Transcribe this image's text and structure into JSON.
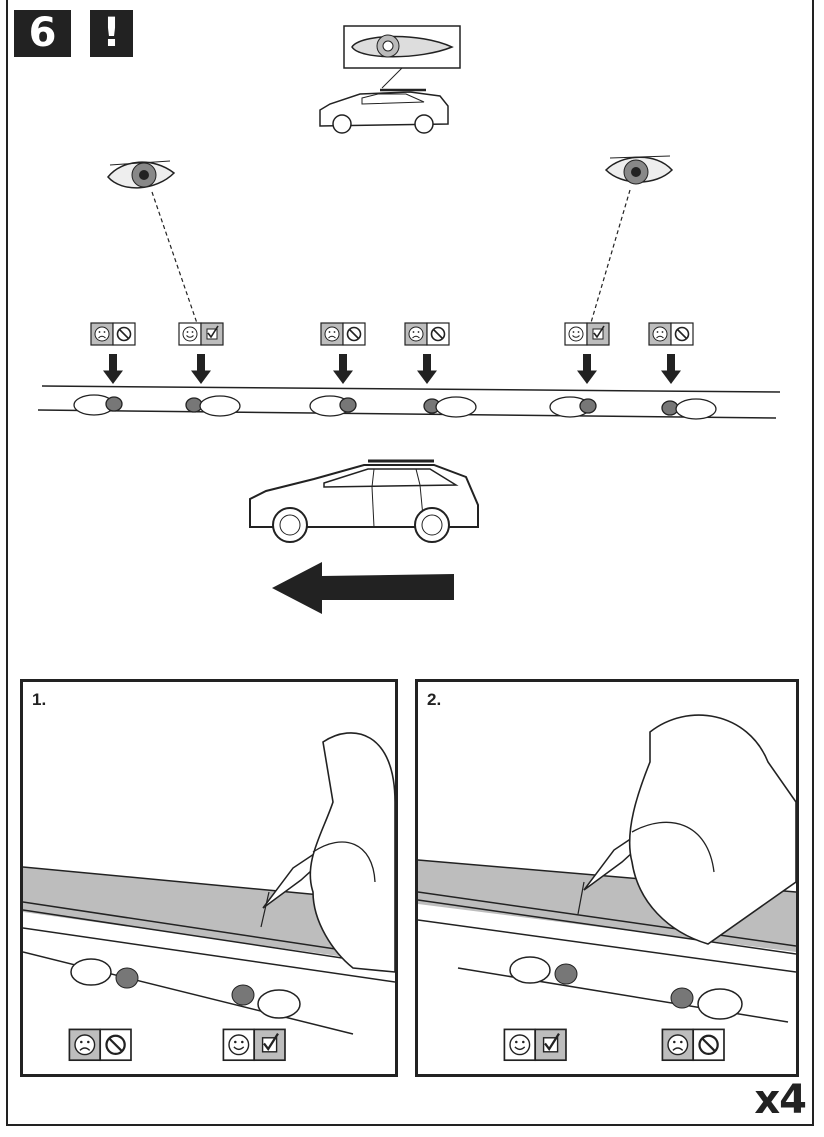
{
  "header": {
    "step_number": "6",
    "warning_symbol": "!"
  },
  "eye_views": [
    {
      "side": "left",
      "icon": "eye-icon"
    },
    {
      "side": "right",
      "icon": "eye-icon"
    }
  ],
  "rail_markers": [
    {
      "status": "bad",
      "icons": [
        "sad-face-icon",
        "prohibited-icon"
      ]
    },
    {
      "status": "good",
      "icons": [
        "smiley-face-icon",
        "checkbox-check-icon"
      ]
    },
    {
      "status": "bad",
      "icons": [
        "sad-face-icon",
        "prohibited-icon"
      ]
    },
    {
      "status": "bad",
      "icons": [
        "sad-face-icon",
        "prohibited-icon"
      ]
    },
    {
      "status": "good",
      "icons": [
        "smiley-face-icon",
        "checkbox-check-icon"
      ]
    },
    {
      "status": "bad",
      "icons": [
        "sad-face-icon",
        "prohibited-icon"
      ]
    }
  ],
  "direction_arrow": {
    "direction": "left",
    "icon": "arrow-left-icon"
  },
  "panels": [
    {
      "number": "1.",
      "markers": [
        {
          "status": "bad"
        },
        {
          "status": "good"
        }
      ]
    },
    {
      "number": "2.",
      "markers": [
        {
          "status": "good"
        },
        {
          "status": "bad"
        }
      ]
    }
  ],
  "quantity": "x4",
  "colors": {
    "ink": "#222222",
    "shade": "#bdbdbd",
    "badge_bg": "#222222"
  }
}
